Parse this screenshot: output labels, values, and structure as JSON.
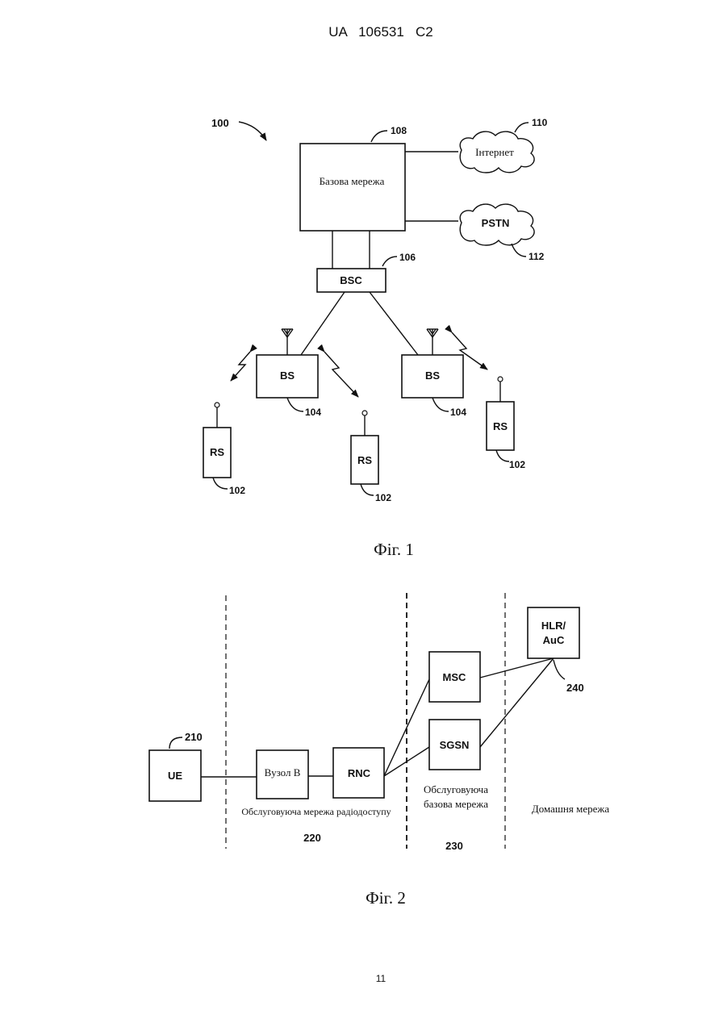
{
  "header": {
    "patent_number": "UA   106531   C2"
  },
  "fig1": {
    "ref_system": "100",
    "core_network": {
      "label": "Базова мережа",
      "ref": "108"
    },
    "internet": {
      "label": "Інтернет",
      "ref": "110"
    },
    "pstn": {
      "label": "PSTN",
      "ref": "112"
    },
    "bsc": {
      "label": "BSC",
      "ref": "106"
    },
    "base_stations": [
      {
        "label": "BS",
        "ref": "104"
      },
      {
        "label": "BS",
        "ref": "104"
      }
    ],
    "remote_stations": [
      {
        "label": "RS",
        "ref": "102"
      },
      {
        "label": "RS",
        "ref": "102"
      },
      {
        "label": "RS",
        "ref": "102"
      }
    ],
    "caption": "Фіг. 1"
  },
  "fig2": {
    "ue": {
      "label": "UE",
      "ref": "210"
    },
    "node_b": {
      "label": "Вузол B"
    },
    "rnc": {
      "label": "RNC"
    },
    "msc": {
      "label": "MSC"
    },
    "sgsn": {
      "label": "SGSN"
    },
    "hlr": {
      "line1": "HLR/",
      "line2": "AuC",
      "ref": "240"
    },
    "zones": {
      "ran": {
        "label": "Обслуговуюча мережа радіодоступу",
        "ref": "220"
      },
      "core": {
        "line1": "Обслуговуюча",
        "line2": "базова мережа",
        "ref": "230"
      },
      "home": {
        "label": "Домашня мережа"
      }
    },
    "caption": "Фіг. 2"
  },
  "footer": {
    "page_number": "11"
  }
}
